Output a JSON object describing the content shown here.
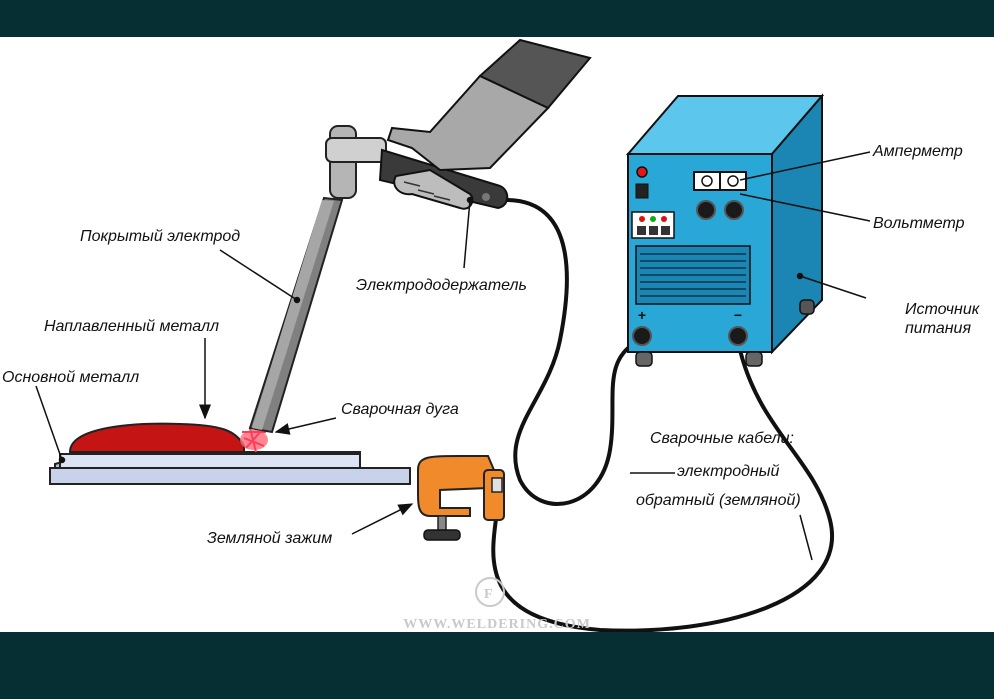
{
  "labels": {
    "coated_electrode": "Покрытый электрод",
    "deposited_metal": "Наплавленный металл",
    "base_metal": "Основной металл",
    "welding_arc": "Сварочная дуга",
    "electrode_holder": "Электрододержатель",
    "ammeter": "Амперметр",
    "voltmeter": "Вольтметр",
    "power_source_line1": "Источник",
    "power_source_line2": "питания",
    "cables_title": "Сварочные кабели:",
    "cable_electrode": "электродный",
    "cable_return": "обратный (земляной)",
    "ground_clamp": "Земляной зажим",
    "plus": "+",
    "minus": "−"
  },
  "watermark": "WWW.WELDERING.COM",
  "colors": {
    "machine_front": "#29a8d8",
    "machine_side": "#1b86b4",
    "machine_top": "#5cc6ec",
    "weld_bead": "#c41414",
    "plate": "#c8d2ea",
    "clamp": "#f08a2a",
    "frame_bars": "#062f33"
  }
}
